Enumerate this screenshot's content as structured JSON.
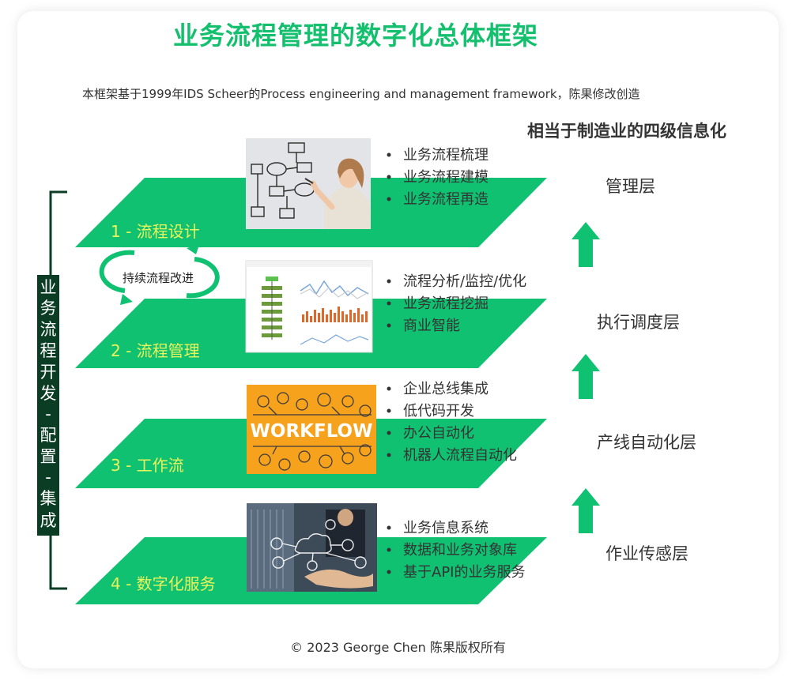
{
  "title": "业务流程管理的数字化总体框架",
  "subtitle": "本框架基于1999年IDS Scheer的Process engineering and management framework，陈果修改创造",
  "right_heading": "相当于制造业的四级信息化",
  "vertical_label": [
    "业",
    "务",
    "流",
    "程",
    "开",
    "发",
    "-",
    "配",
    "置",
    "-",
    "集",
    "成"
  ],
  "cycle_label": "持续流程改进",
  "layers": [
    {
      "name": "1 - 流程设计",
      "bullets": [
        "业务流程梳理",
        "业务流程建模",
        "业务流程再造"
      ],
      "level": "管理层"
    },
    {
      "name": "2 - 流程管理",
      "bullets": [
        "流程分析/监控/优化",
        "业务流程挖掘",
        "商业智能"
      ],
      "level": "执行调度层"
    },
    {
      "name": "3 - 工作流",
      "bullets": [
        "企业总线集成",
        "低代码开发",
        "办公自动化",
        "机器人流程自动化"
      ],
      "level": "产线自动化层"
    },
    {
      "name": "4 - 数字化服务",
      "bullets": [
        "业务信息系统",
        "数据和业务对象库",
        "基于API的业务服务"
      ],
      "level": "作业传感层"
    }
  ],
  "workflow_image_text": "WORKFLOW",
  "copyright": "© 2023 George Chen 陈果版权所有",
  "colors": {
    "green": "#14c06e",
    "layer_green": "#10c172",
    "layer_label": "#e9f55a",
    "dark_green": "#0b3d25",
    "workflow_orange": "#f7a21d"
  }
}
